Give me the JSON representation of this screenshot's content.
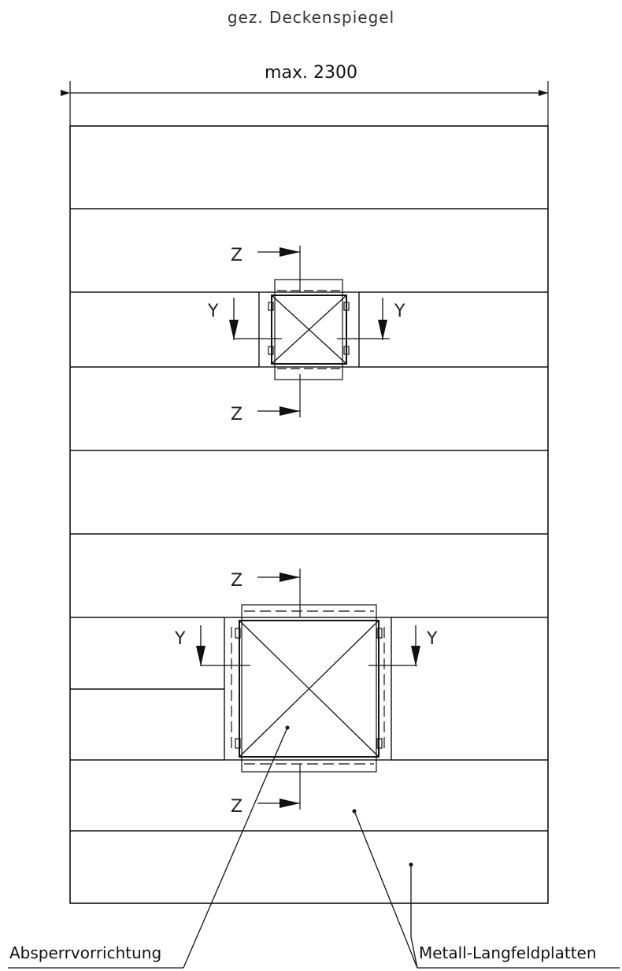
{
  "title": "gez. Deckenspiegel",
  "dimension": {
    "label": "max. 2300"
  },
  "section_labels": {
    "z": "Z",
    "y": "Y"
  },
  "callouts": {
    "left": "Absperrvorrichtung",
    "right": "Metall-Langfeldplatten"
  },
  "colors": {
    "line": "#111111",
    "text": "#222222",
    "background": "#ffffff"
  }
}
